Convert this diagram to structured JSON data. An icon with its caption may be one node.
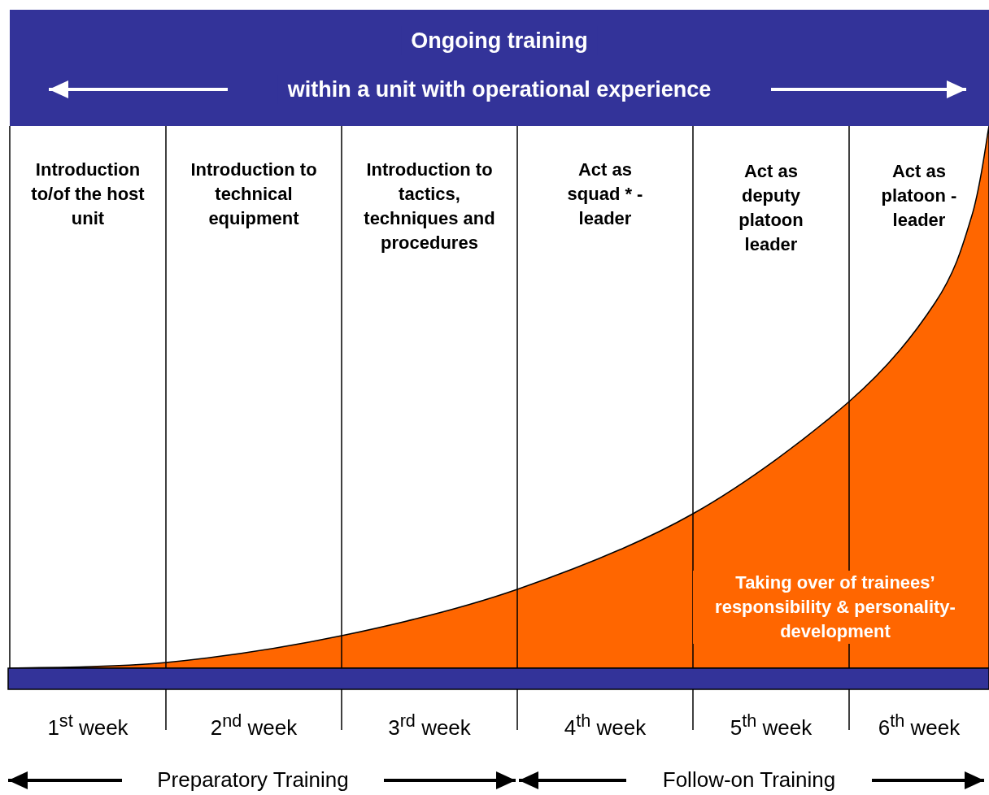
{
  "diagram": {
    "nodes": [
      {
        "text": [
          "Ongoing training",
          "within a unit with operational experience"
        ]
      }
    ],
    "edges": [],
    "labels": [
      "Introduction to/of the host unit",
      "Introduction to technical equipment",
      "Introduction to tactics, techniques and procedures",
      "Act as squad * - leader",
      "Act as deputy platoon leader",
      "Act as platoon - leader",
      "Taking over of trainees’ responsibility & personality-development",
      "1$^{st}$ week",
      "2$^{nd}$ week",
      "3$^{rd}$ week",
      "4$^{th}$ week",
      "5$^{th}$ week",
      "6$^{th}$ week",
      "Preparatory Training",
      "Follow-on Training"
    ]
  }
}
